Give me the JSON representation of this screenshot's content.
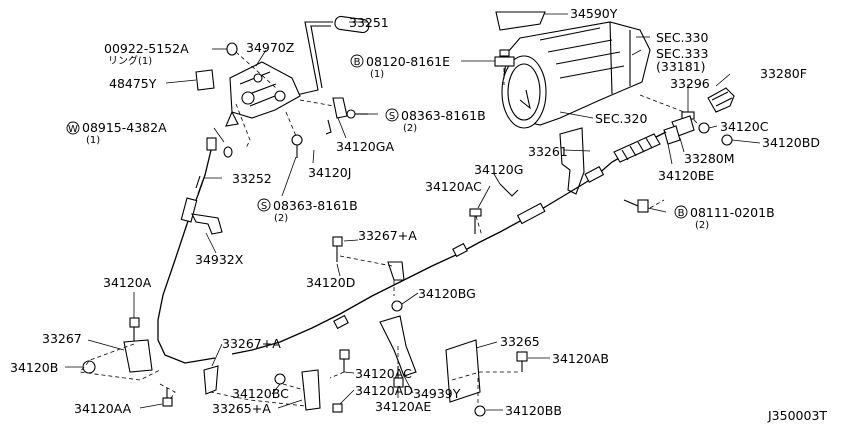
{
  "labels": {
    "l33251": "33251",
    "l34590Y": "34590Y",
    "l00922": "00922-5152A",
    "l00922_sub": "リング(1)",
    "l34970Z": "34970Z",
    "l48475Y": "48475Y",
    "lSEC330": "SEC.330",
    "lSEC333": "SEC.333",
    "lSEC333_sub": "(33181)",
    "l33280F": "33280F",
    "lB08120": "08120-8161E",
    "lB08120_sub": "(1)",
    "l33296": "33296",
    "lS08363a": "08363-8161B",
    "lS08363a_sub": "(2)",
    "lW08915": "08915-4382A",
    "lW08915_sub": "(1)",
    "l34120GA": "34120GA",
    "lSEC320": "SEC.320",
    "l34120C": "34120C",
    "l34120BD": "34120BD",
    "l33261": "33261",
    "l33280M": "33280M",
    "l33252": "33252",
    "l34120J": "34120J",
    "l34120G": "34120G",
    "l34120BE": "34120BE",
    "l34120AC_top": "34120AC",
    "lS08363b": "08363-8161B",
    "lS08363b_sub": "(2)",
    "lB08111": "08111-0201B",
    "lB08111_sub": "(2)",
    "l33267A_top": "33267+A",
    "l34932X": "34932X",
    "l34120D": "34120D",
    "l34120A": "34120A",
    "l34120BG": "34120BG",
    "l33267": "33267",
    "l33267A_bot": "33267+A",
    "l33265": "33265",
    "l34120B": "34120B",
    "l34120AB": "34120AB",
    "l34120BC": "34120BC",
    "l34120AC_bot": "34120AC",
    "l34120AD": "34120AD",
    "l34939Y": "34939Y",
    "l34120AA": "34120AA",
    "l33265A": "33265+A",
    "l34120AE": "34120AE",
    "l34120BB": "34120BB",
    "lJ350003T": "J350003T"
  },
  "symbols": {
    "bolt_b": "B",
    "screw_s": "S",
    "washer_w": "W"
  }
}
